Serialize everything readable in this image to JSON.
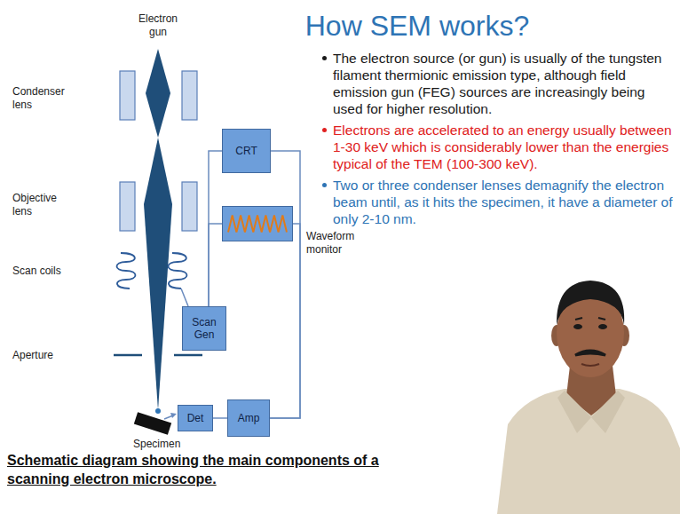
{
  "diagram": {
    "title": "How SEM works?",
    "caption": "Schematic diagram showing the main components of a scanning electron microscope.",
    "nodes": [
      {
        "text": [
          "CRT"
        ]
      },
      {
        "text": [
          "Waveform monitor"
        ]
      },
      {
        "text": [
          "Scan Gen"
        ]
      },
      {
        "text": [
          "Det"
        ]
      },
      {
        "text": [
          "Amp"
        ]
      }
    ],
    "edges": [
      {
        "from": 2,
        "to": 0,
        "arrow": "none"
      },
      {
        "from": 2,
        "to": 1,
        "arrow": "none"
      },
      {
        "from": 3,
        "to": 4,
        "arrow": "none"
      },
      {
        "from": 4,
        "to": 0,
        "arrow": "none"
      },
      {
        "from": 4,
        "to": 1,
        "arrow": "none"
      }
    ],
    "labels": [
      "Electron gun",
      "Condenser lens",
      "Objective lens",
      "Scan coils",
      "Aperture",
      "Specimen",
      "The electron source (or gun) is usually of the tungsten filament thermionic emission type, although field emission gun (FEG) sources are increasingly being used for higher resolution.",
      "Electrons are accelerated to an energy usually between 1-30 keV which is considerably lower than the energies typical of the TEM (100-300 keV).",
      "Two or three condenser lenses demagnify the electron beam until, as it hits the specimen, it have a diameter of only 2-10 nm."
    ]
  }
}
